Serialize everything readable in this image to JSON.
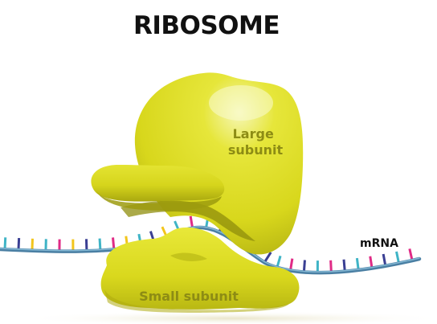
{
  "title": "RIBOSOME",
  "labels": {
    "large_subunit_line1": "Large",
    "large_subunit_line2": "subunit",
    "small_subunit": "Small subunit",
    "mrna": "mRNA"
  },
  "colors": {
    "subunit_fill": "#dedd1d",
    "subunit_shadow": "#a6a60f",
    "subunit_highlight": "#f3f4a8",
    "label_text": "#8d8c14",
    "mrna_backbone": "#4a7fa3",
    "mrna_backbone_light": "#8cc0da",
    "base_colors": [
      "#3fb4c6",
      "#3a3f93",
      "#e02b86",
      "#f2c51c"
    ]
  }
}
